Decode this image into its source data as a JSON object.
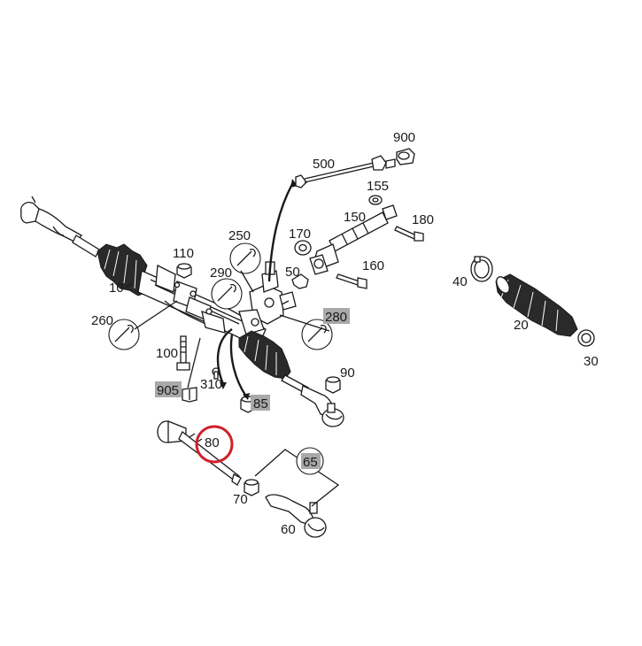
{
  "diagram": {
    "labels": [
      {
        "id": "900",
        "text": "900",
        "highlight": false
      },
      {
        "id": "500",
        "text": "500",
        "highlight": false
      },
      {
        "id": "155",
        "text": "155",
        "highlight": false
      },
      {
        "id": "150",
        "text": "150",
        "highlight": false
      },
      {
        "id": "180",
        "text": "180",
        "highlight": false
      },
      {
        "id": "250",
        "text": "250",
        "highlight": false
      },
      {
        "id": "170",
        "text": "170",
        "highlight": false
      },
      {
        "id": "110",
        "text": "110",
        "highlight": false
      },
      {
        "id": "290",
        "text": "290",
        "highlight": false
      },
      {
        "id": "50",
        "text": "50",
        "highlight": false
      },
      {
        "id": "160",
        "text": "160",
        "highlight": false
      },
      {
        "id": "10",
        "text": "10",
        "highlight": false
      },
      {
        "id": "40",
        "text": "40",
        "highlight": false
      },
      {
        "id": "280",
        "text": "280",
        "highlight": true
      },
      {
        "id": "260",
        "text": "260",
        "highlight": false
      },
      {
        "id": "20",
        "text": "20",
        "highlight": false
      },
      {
        "id": "100",
        "text": "100",
        "highlight": false
      },
      {
        "id": "30",
        "text": "30",
        "highlight": false
      },
      {
        "id": "90",
        "text": "90",
        "highlight": false
      },
      {
        "id": "905",
        "text": "905",
        "highlight": true
      },
      {
        "id": "310",
        "text": "310",
        "highlight": false
      },
      {
        "id": "85",
        "text": "85",
        "highlight": true
      },
      {
        "id": "80",
        "text": "80",
        "highlight": false,
        "circled": true
      },
      {
        "id": "65",
        "text": "65",
        "highlight": true
      },
      {
        "id": "70",
        "text": "70",
        "highlight": false
      },
      {
        "id": "60",
        "text": "60",
        "highlight": false
      }
    ],
    "selection_color": "#d0202a",
    "highlight_color": "#a9a9a9"
  }
}
